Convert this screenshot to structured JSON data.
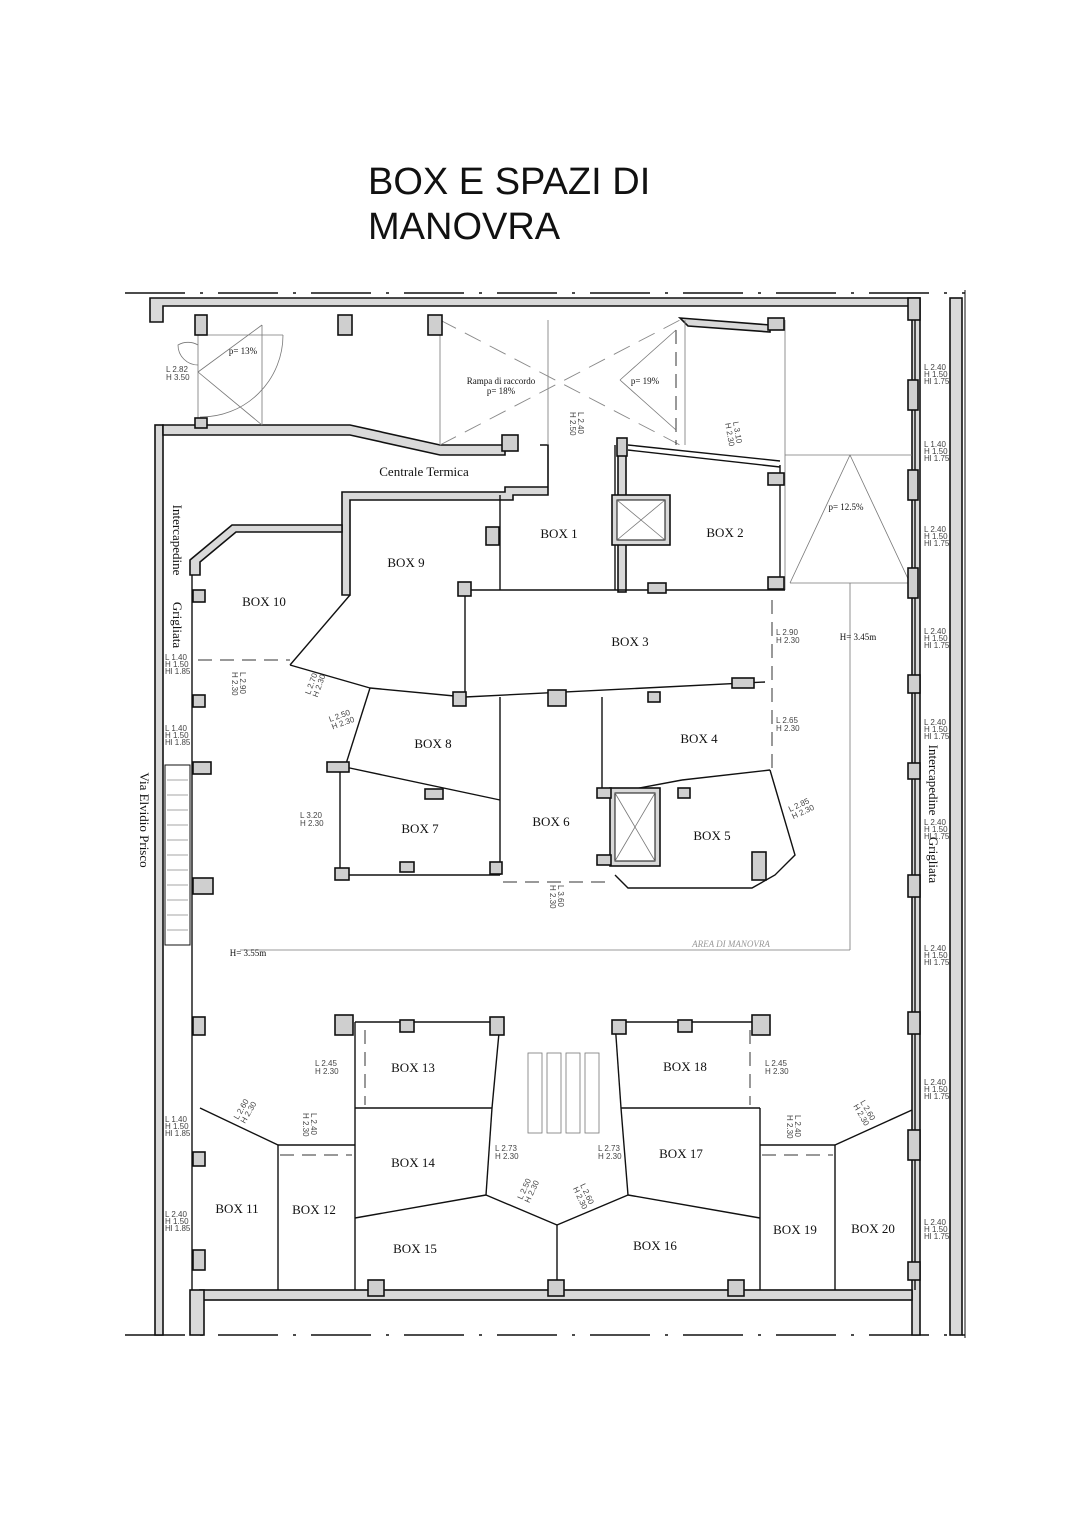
{
  "title": {
    "line1": "BOX E SPAZI DI",
    "line2": "MANOVRA"
  },
  "boxes": [
    "BOX 1",
    "BOX 2",
    "BOX 3",
    "BOX 4",
    "BOX 5",
    "BOX 6",
    "BOX 7",
    "BOX 8",
    "BOX 9",
    "BOX 10",
    "BOX 11",
    "BOX 12",
    "BOX 13",
    "BOX 14",
    "BOX 15",
    "BOX 16",
    "BOX 17",
    "BOX 18",
    "BOX 19",
    "BOX 20"
  ],
  "rooms": {
    "centrale_termica": "Centrale Termica",
    "intercapedine_left": "Intercapedine",
    "grigliata_left": "Grigliata",
    "intercapedine_right": "Intercapedine",
    "grigliata_right": "Grigliata",
    "street": "Via Elvidio Prisco",
    "ramp_label": "Rampa di raccordo",
    "ramp_slope": "p= 18%",
    "slope_13": "p= 13%",
    "slope_19": "p= 19%",
    "slope_12_5": "p= 12.5%",
    "height_345": "H= 3.45m",
    "height_355": "H= 3.55m",
    "area_manovra": "AREA DI MANOVRA"
  },
  "windows_right": [
    [
      "L 2.40",
      "H 1.50",
      "Hl 1.75"
    ],
    [
      "L 1.40",
      "H 1.50",
      "Hl 1.75"
    ],
    [
      "L 2.40",
      "H 1.50",
      "Hl 1.75"
    ],
    [
      "L 2.40",
      "H 1.50",
      "Hl 1.75"
    ],
    [
      "L 2.40",
      "H 1.50",
      "Hl 1.75"
    ],
    [
      "L 2.40",
      "H 1.50",
      "Hl 1.75"
    ],
    [
      "L 2.40",
      "H 1.50",
      "Hl 1.75"
    ],
    [
      "L 2.40",
      "H 1.50",
      "Hl 1.75"
    ],
    [
      "L 2.40",
      "H 1.50",
      "Hl 1.75"
    ]
  ],
  "windows_left": [
    [
      "L 1.40",
      "H 1.50",
      "Hl 1.85"
    ],
    [
      "L 1.40",
      "H 1.50",
      "Hl 1.85"
    ],
    [
      "L 1.40",
      "H 1.50",
      "Hl 1.85"
    ],
    [
      "L 2.40",
      "H 1.50",
      "Hl 1.85"
    ]
  ],
  "entrance_dim": [
    "L 2.82",
    "H 3.50"
  ],
  "door_dims": [
    [
      "L 2.90",
      "H 2.30"
    ],
    [
      "L 2.65",
      "H 2.30"
    ],
    [
      "L 3.20",
      "H 2.30"
    ],
    [
      "L 2.45",
      "H 2.30"
    ],
    [
      "L 2.45",
      "H 2.30"
    ],
    [
      "L 2.73",
      "H 2.30"
    ],
    [
      "L 2.73",
      "H 2.30"
    ],
    [
      "L 2.90",
      "H 2.30"
    ],
    [
      "L 3.60",
      "H 2.30"
    ],
    [
      "L 2.40",
      "H 2.50"
    ],
    [
      "L 2.40",
      "H 2.30"
    ],
    [
      "L 2.40",
      "H 2.30"
    ],
    [
      "L 2.50",
      "H 2.30"
    ],
    [
      "L 2.85",
      "H 2.30"
    ],
    [
      "L 2.60",
      "H 2.30"
    ],
    [
      "L 2.50",
      "H 2.30"
    ],
    [
      "L 2.60",
      "H 2.30"
    ],
    [
      "L 2.60",
      "H 2.30"
    ],
    [
      "L 2.70",
      "H 2.30"
    ],
    [
      "L 3.10",
      "H 2.30"
    ]
  ]
}
